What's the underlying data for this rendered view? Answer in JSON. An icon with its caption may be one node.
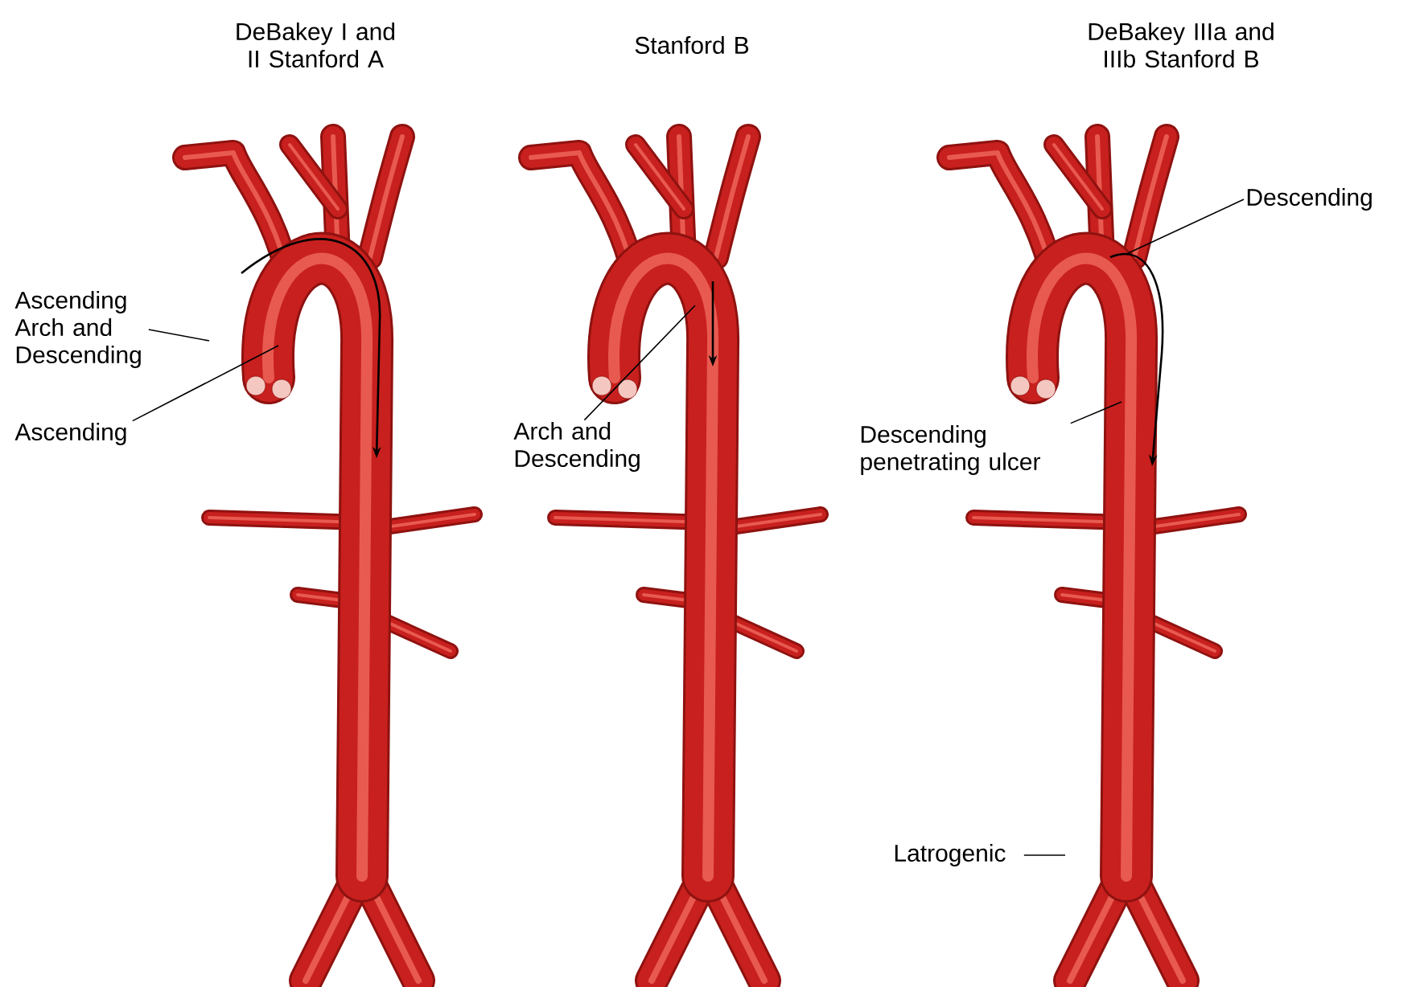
{
  "diagram": {
    "nodes": [
      {
        "text": [
          "Ascending Arch and Descending"
        ]
      },
      {
        "text": [
          "Ascending"
        ]
      },
      {
        "text": [
          "Arch and Descending"
        ]
      },
      {
        "text": [
          "Descending"
        ]
      },
      {
        "text": [
          "Descending penetrating ulcer"
        ]
      },
      {
        "text": [
          "Latrogenic"
        ]
      }
    ],
    "edges": [
      {
        "from": 0,
        "to": null,
        "arrow": "none"
      },
      {
        "from": 1,
        "to": null,
        "arrow": "none"
      },
      {
        "from": 2,
        "to": null,
        "arrow": "none"
      },
      {
        "from": 3,
        "to": null,
        "arrow": "none"
      },
      {
        "from": 4,
        "to": null,
        "arrow": "none"
      },
      {
        "from": 5,
        "to": null,
        "arrow": "none"
      }
    ],
    "labels": [
      "DeBakey I and II Stanford A",
      "Stanford B",
      "DeBakey IIIa and IIIb Stanford B"
    ]
  }
}
